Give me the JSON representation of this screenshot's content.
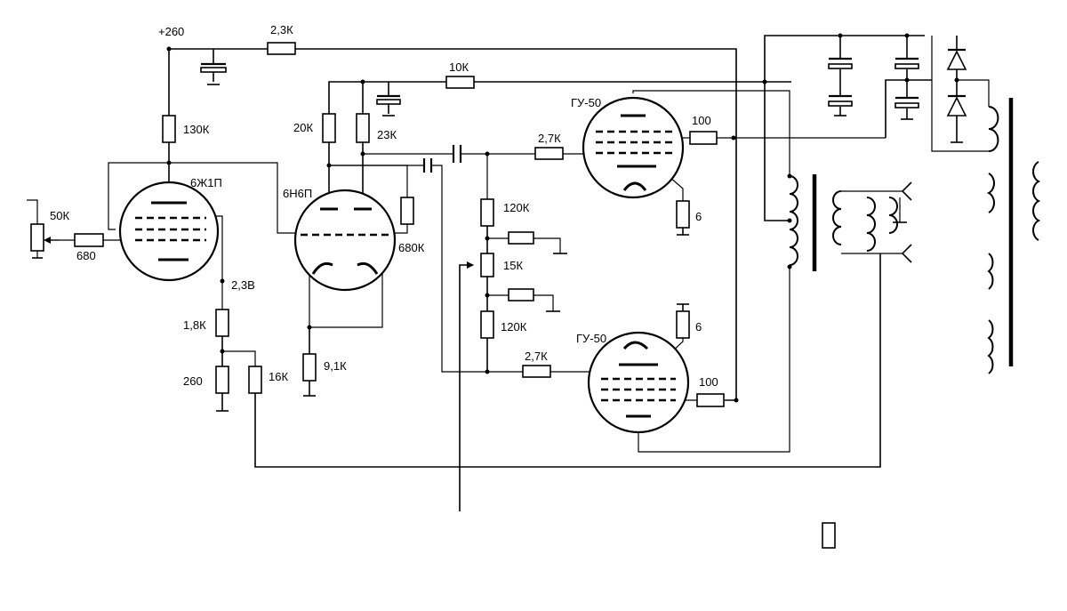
{
  "labels": {
    "supply": "+260",
    "r_feed": "2,3К",
    "r_decouple": "10К",
    "r_6zh1p_plate": "130К",
    "tube_v1": "6Ж1П",
    "pot_input": "50К",
    "r_grid_stop": "680",
    "cathode_v1": "2,3В",
    "r_1k8": "1,8К",
    "r_260": "260",
    "r_16k": "16К",
    "tube_v2": "6Н6П",
    "r_20k": "20К",
    "r_23k": "23К",
    "r_680k": "680К",
    "r_9k1": "9,1К",
    "r_120k_top": "120К",
    "pot_balance": "15К",
    "r_120k_bottom": "120К",
    "r_2k7_top": "2,7К",
    "r_2k7_bottom": "2,7К",
    "tube_v3": "ГУ-50",
    "tube_v4": "ГУ-50",
    "r_100_top": "100",
    "r_100_bottom": "100",
    "r_6_top": "6",
    "r_6_bottom": "6"
  }
}
